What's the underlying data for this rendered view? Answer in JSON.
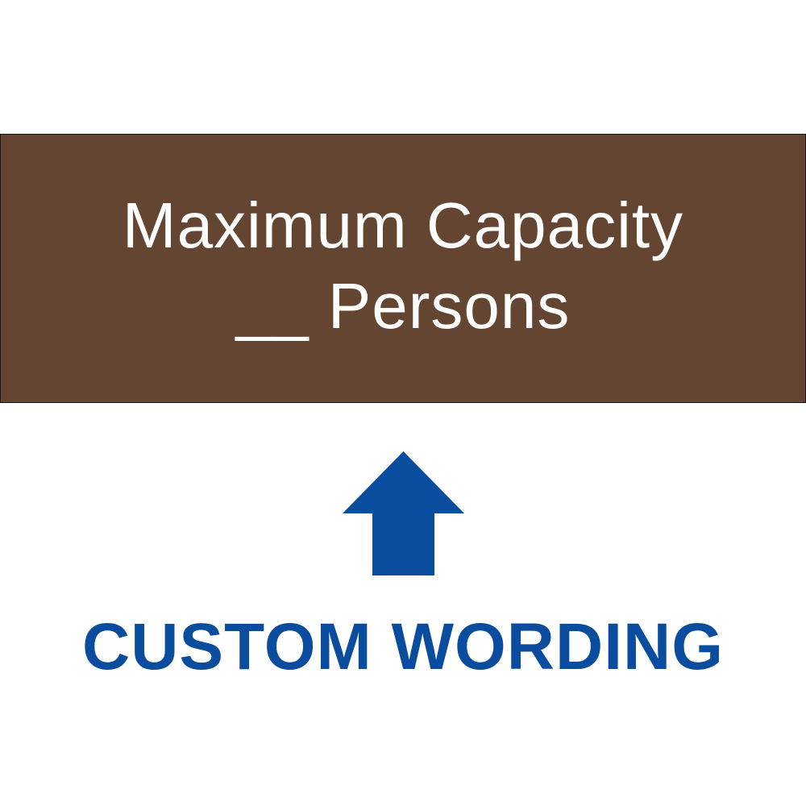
{
  "sign": {
    "line1": "Maximum Capacity",
    "line2": "__ Persons",
    "plate_color": "#634532",
    "text_color": "#ffffff"
  },
  "arrow": {
    "icon": "arrow-up-icon",
    "color": "#0a4c9e"
  },
  "caption": {
    "text": "CUSTOM WORDING",
    "color": "#0a4c9e"
  }
}
